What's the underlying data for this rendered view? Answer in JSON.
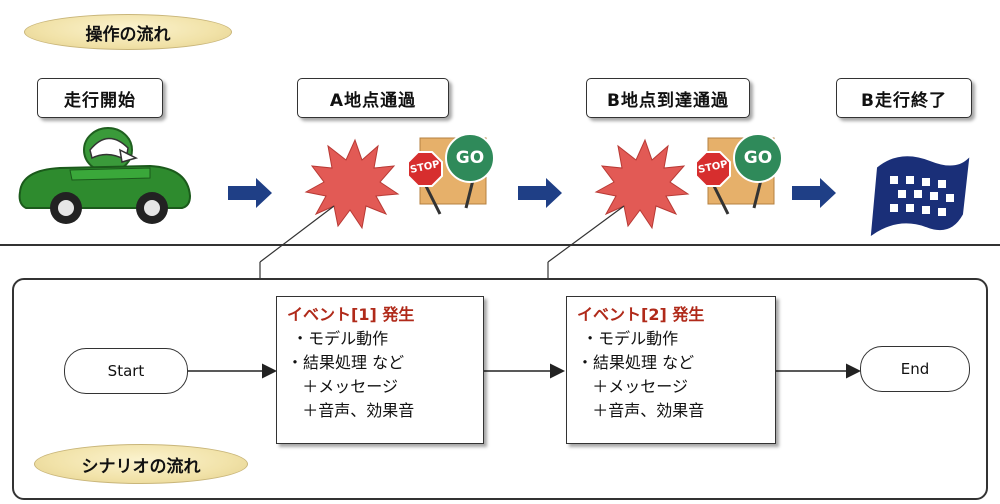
{
  "operation_label": "操作の流れ",
  "scenario_label": "シナリオの流れ",
  "stages": [
    {
      "label": "走行開始"
    },
    {
      "label": "A地点通過"
    },
    {
      "label": "B地点到達通過"
    },
    {
      "label": "B走行終了"
    }
  ],
  "signs": {
    "stop": "STOP",
    "go": "GO"
  },
  "flow": {
    "start": "Start",
    "end": "End",
    "events": [
      {
        "title": "イベント[1] 発生",
        "lines": [
          " ・モデル動作",
          "・結果処理 など",
          "   ＋メッセージ",
          "   ＋音声、効果音"
        ]
      },
      {
        "title": "イベント[2] 発生",
        "lines": [
          " ・モデル動作",
          "・結果処理 など",
          "   ＋メッセージ",
          "   ＋音声、効果音"
        ]
      }
    ]
  },
  "colors": {
    "arrow": "#1f3f86",
    "burst": "#e25a55",
    "car": "#2e8b2e",
    "event_title": "#b02a1a",
    "flag": "#1a2f78",
    "label_bg": "#f1e2a8"
  }
}
